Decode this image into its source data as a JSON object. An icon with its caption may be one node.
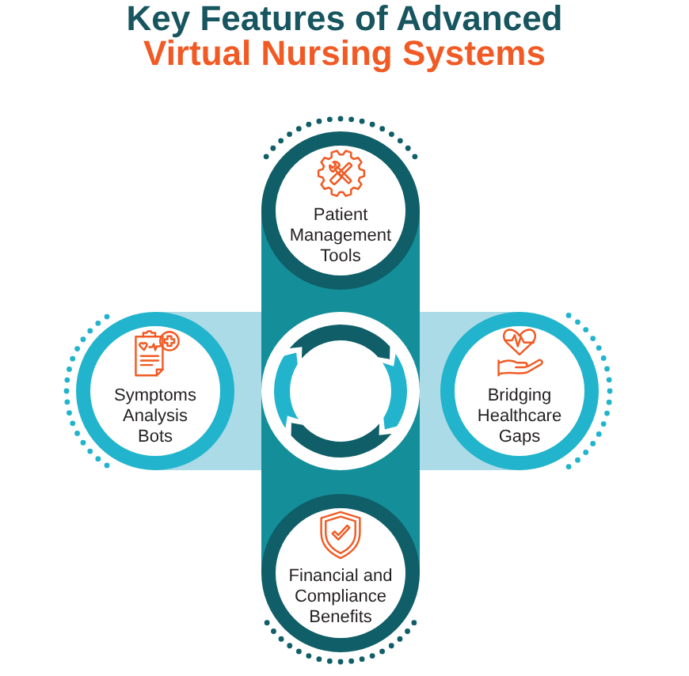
{
  "diagram": {
    "title": "Key Features of Advanced Virtual Nursing Systems",
    "nodes": [
      {
        "text": [
          "Patient Management Tools"
        ]
      },
      {
        "text": [
          "Symptoms Analysis Bots"
        ]
      },
      {
        "text": [],
        "shape": "circle"
      },
      {
        "text": [
          "Bridging Healthcare Gaps"
        ]
      },
      {
        "text": [
          "Financial and Compliance Benefits"
        ]
      }
    ]
  }
}
